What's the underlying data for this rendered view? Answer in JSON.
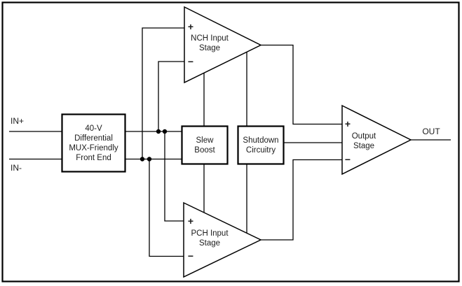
{
  "colors": {
    "line": "#000000",
    "background": "#ffffff",
    "text": "#1c1c1c"
  },
  "io": {
    "in_plus": "IN+",
    "in_minus": "IN-",
    "out": "OUT"
  },
  "blocks": {
    "front_end": {
      "label": "40-V\nDifferential\nMUX-Friendly\nFront End"
    },
    "slew_boost": {
      "label": "Slew\nBoost"
    },
    "shutdown": {
      "label": "Shutdown\nCircuitry"
    },
    "nch_input_stage": {
      "label": "NCH Input\nStage",
      "plus": "+",
      "minus": "−"
    },
    "pch_input_stage": {
      "label": "PCH Input\nStage",
      "plus": "+",
      "minus": "−"
    },
    "output_stage": {
      "label": "Output\nStage",
      "plus": "+",
      "minus": "−"
    }
  }
}
